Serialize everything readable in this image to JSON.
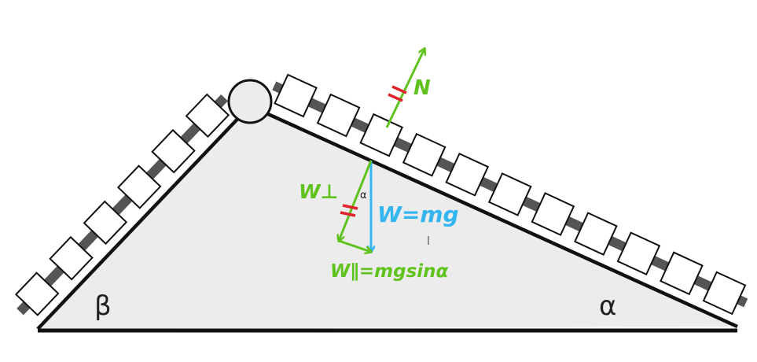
{
  "angles": {
    "left": "β",
    "right": "α"
  },
  "labels": {
    "normal": "N",
    "w_perp": "W⊥",
    "w_par": "W∥=mgsinα",
    "weight": "W=mg",
    "small_alpha": "α"
  },
  "colors": {
    "green": "#5fc21d",
    "blue": "#33b5f0",
    "red": "#e0242c",
    "incline_fill": "#ececec",
    "outline": "#111111",
    "chain": "#555555"
  }
}
